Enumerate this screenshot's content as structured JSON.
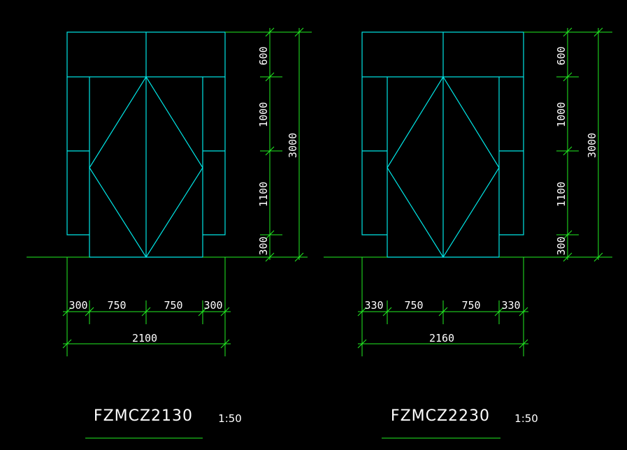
{
  "drawings": [
    {
      "title": "FZMCZ2130",
      "scale": "1:50",
      "vertical_dims": [
        "600",
        "1000",
        "1100",
        "300"
      ],
      "total_height": "3000",
      "horizontal_dims": [
        "300",
        "750",
        "750",
        "300"
      ],
      "total_width": "2100"
    },
    {
      "title": "FZMCZ2230",
      "scale": "1:50",
      "vertical_dims": [
        "600",
        "1000",
        "1100",
        "300"
      ],
      "total_height": "3000",
      "horizontal_dims": [
        "330",
        "750",
        "750",
        "330"
      ],
      "total_width": "2160"
    }
  ],
  "colors": {
    "background": "#000000",
    "outline": "#00e5e5",
    "dimension": "#22ee22",
    "text": "#ffffff"
  }
}
